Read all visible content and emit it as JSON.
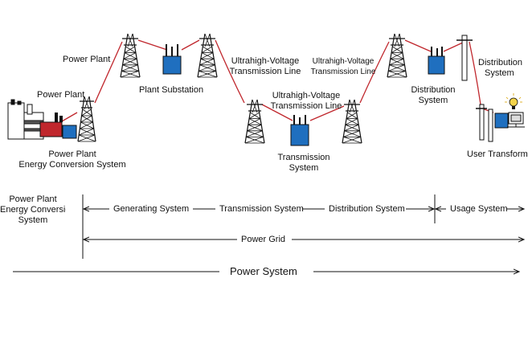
{
  "labels": {
    "power_plant_top": "Power Plant",
    "power_plant_small": "Power Plant",
    "power_plant_ecs_1": "Power Plant",
    "power_plant_ecs_2": "Energy Conversion System",
    "plant_substation": "Plant Substation",
    "uhv_line_a_1": "Ultrahigh-Voltage",
    "uhv_line_a_2": "Transmission Line",
    "uhv_line_b_1": "Ultrahigh-Voltage",
    "uhv_line_b_2": "Transmission Line",
    "uhv_line_c_1": "Ultrahigh-Voltage",
    "uhv_line_c_2": "Transmission Line",
    "transmission_system_1": "Transmission",
    "transmission_system_2": "System",
    "distribution_system_1": "Distribution",
    "distribution_system_2": "System",
    "distribution_system_right_1": "Distribution",
    "distribution_system_right_2": "System",
    "user_transformer": "User Transformer"
  },
  "scale": {
    "left_1": "Power Plant",
    "left_2": "Energy Conversion",
    "left_3": "System",
    "generating": "Generating System",
    "transmission": "Transmission System",
    "distribution": "Distribution System",
    "usage": "Usage System",
    "power_grid": "Power Grid",
    "power_system": "Power System"
  },
  "colors": {
    "line": "#c0272d",
    "transformer": "#1f6fbf",
    "generator": "#c0272d",
    "structure": "#111111"
  }
}
